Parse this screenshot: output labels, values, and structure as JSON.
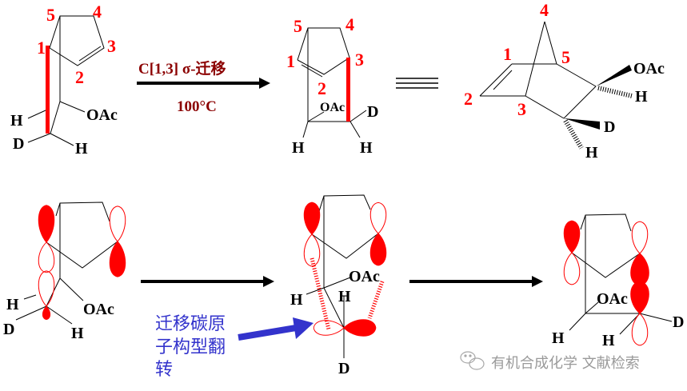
{
  "reaction": {
    "condition_top": "C[1,3] σ-迁移",
    "condition_bottom": "100°C"
  },
  "reactant": {
    "atom_numbers": [
      "1",
      "2",
      "3",
      "4",
      "5"
    ],
    "substituents": {
      "oac": "OAc",
      "h1": "H",
      "d": "D",
      "h2": "H"
    }
  },
  "product_flat": {
    "atom_numbers": [
      "1",
      "2",
      "3",
      "4",
      "5"
    ],
    "substituents": {
      "oac": "OAc",
      "d": "D",
      "h1": "H",
      "h2": "H"
    }
  },
  "product_bicyclic": {
    "atom_numbers": [
      "1",
      "2",
      "3",
      "4",
      "5"
    ],
    "substituents": {
      "oac": "OAc",
      "h1": "H",
      "d": "D",
      "h2": "H"
    }
  },
  "orbital_reactant": {
    "h1": "H",
    "d": "D",
    "h2": "H",
    "oac": "OAc"
  },
  "orbital_ts": {
    "oac": "OAc",
    "h1": "H",
    "h2": "H",
    "d": "D"
  },
  "orbital_product": {
    "oac": "OAc",
    "h1": "H",
    "h2": "H",
    "d": "D"
  },
  "annotation": {
    "line1": "迁移碳原",
    "line2": "子构型翻",
    "line3": "转"
  },
  "watermark": "有机合成化学 文献检索",
  "colors": {
    "highlight": "#ff0000",
    "condition": "#8b0000",
    "annotation": "#3333cc"
  }
}
